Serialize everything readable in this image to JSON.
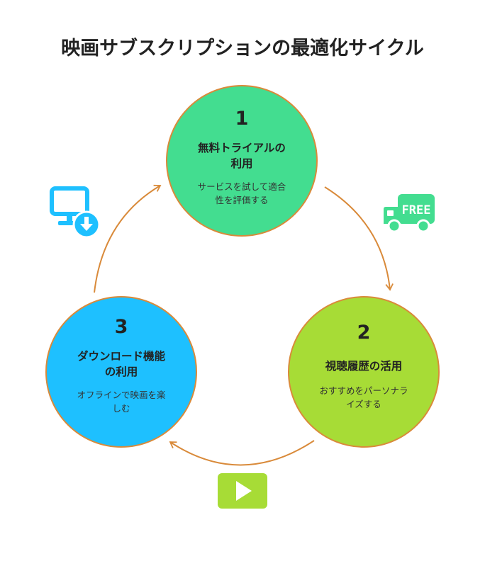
{
  "title": "映画サブスクリプションの最適化サイクル",
  "steps": [
    {
      "number": "1",
      "title": "無料トライアルの利用",
      "title_lines": [
        "無料トライアルの",
        "利用"
      ],
      "desc_lines": [
        "サービスを試して適合",
        "性を評価する"
      ],
      "color": "#43dd90"
    },
    {
      "number": "2",
      "title": "視聴履歴の活用",
      "title_lines": [
        "視聴履歴の活用"
      ],
      "desc_lines": [
        "おすすめをパーソナラ",
        "イズする"
      ],
      "color": "#a7dc36"
    },
    {
      "number": "3",
      "title": "ダウンロード機能の利用",
      "title_lines": [
        "ダウンロード機能",
        "の利用"
      ],
      "desc_lines": [
        "オフラインで映画を楽",
        "しむ"
      ],
      "color": "#1ec0ff"
    }
  ],
  "icons": {
    "free_truck": {
      "name": "free-truck-icon",
      "text": "FREE",
      "color": "#43dd90"
    },
    "play": {
      "name": "play-icon",
      "color": "#a7dc36"
    },
    "download": {
      "name": "monitor-download-icon",
      "color": "#1ec0ff"
    }
  },
  "arrow_color": "#d98a3a"
}
